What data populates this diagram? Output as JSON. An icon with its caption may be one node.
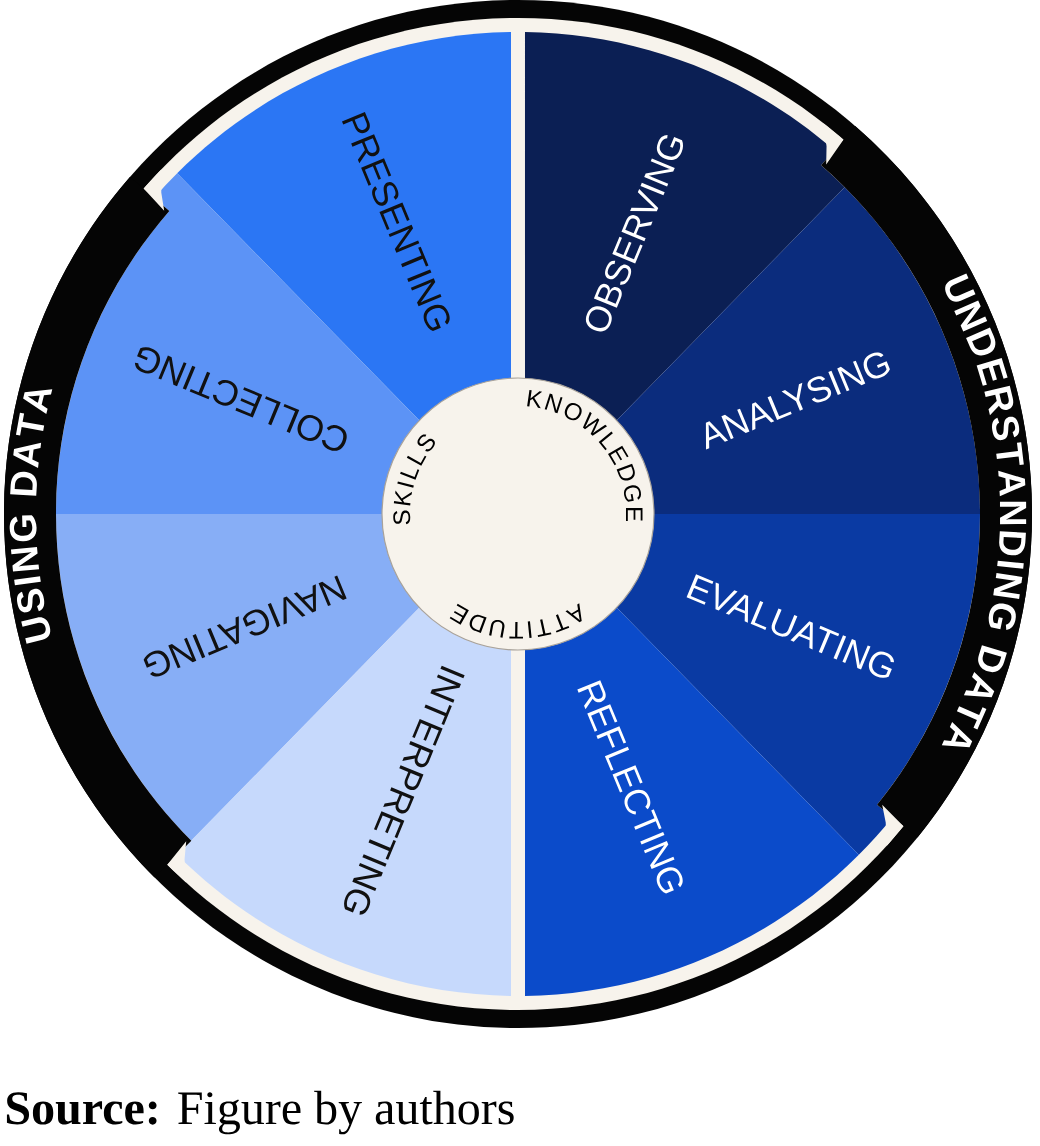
{
  "diagram": {
    "nodes": [
      {
        "text": [
          "USING DATA"
        ]
      },
      {
        "text": [
          "PRESENTING"
        ]
      },
      {
        "text": [
          "COLLECTING"
        ]
      },
      {
        "text": [
          "NAVIGATING"
        ]
      },
      {
        "text": [
          "INTERPRETING"
        ]
      },
      {
        "text": [
          "SKILLS",
          "KNOWLEDGE",
          "ATTITUDE"
        ]
      },
      {
        "text": [
          "OBSERVING"
        ]
      },
      {
        "text": [
          "ANALYSING"
        ]
      },
      {
        "text": [
          "EVALUATING"
        ]
      },
      {
        "text": [
          "REFLECTING"
        ]
      },
      {
        "text": [
          "UNDERSTANDING DATA"
        ]
      }
    ],
    "caption": "**Source:** Figure by authors"
  }
}
